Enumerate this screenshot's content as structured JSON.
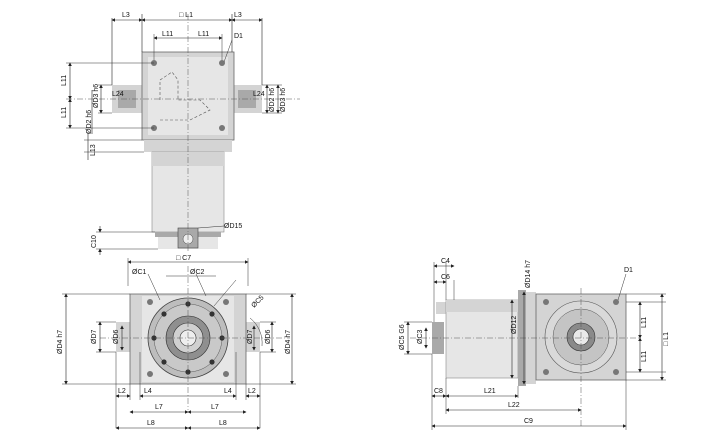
{
  "drawing": {
    "top_view": {
      "labels": {
        "L3_left": "L3",
        "L1_top": "□ L1",
        "L3_right": "L3",
        "L11_a": "L11",
        "L11_b": "L11",
        "D1": "D1",
        "L11_v1": "L11",
        "L11_v2": "L11",
        "L24_left": "L24",
        "D3_left": "ØD3 h6",
        "D2_left": "ØD2 h6",
        "L24_right": "L24",
        "D2_right": "ØD2 h6",
        "D3_right": "ØD3 h6",
        "L13": "L13",
        "D15": "ØD15",
        "C10": "C10"
      }
    },
    "front_view": {
      "labels": {
        "C7": "□ C7",
        "C1": "ØC1",
        "C2": "ØC2",
        "C5": "ØC5",
        "D4_left": "ØD4 h7",
        "D7_left": "ØD7",
        "D6_left": "ØD6",
        "D7_right": "ØD7",
        "D6_right": "ØD6",
        "D4_right": "ØD4 h7",
        "L2_left": "L2",
        "L4_left": "L4",
        "L4_right": "L4",
        "L2_right": "L2",
        "L7_left": "L7",
        "L7_right": "L7",
        "L8_left": "L8",
        "L8_right": "L8"
      }
    },
    "side_view": {
      "labels": {
        "C4": "C4",
        "C6": "C6",
        "D14": "ØD14 h7",
        "D1": "D1",
        "C5": "ØC5 G6",
        "C3": "ØC3",
        "D12": "ØD12",
        "L11_a": "L11",
        "L11_b": "L11",
        "L1": "□ L1",
        "C8": "C8",
        "L21": "L21",
        "L22": "L22",
        "C9": "C9"
      }
    }
  }
}
